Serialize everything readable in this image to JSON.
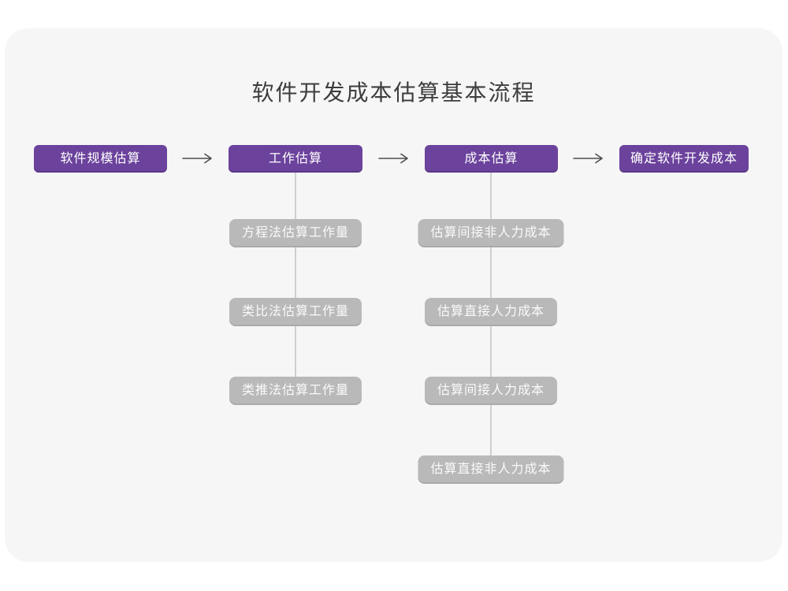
{
  "title": "软件开发成本估算基本流程",
  "flow": {
    "main_steps": [
      "软件规模估算",
      "工作估算",
      "成本估算",
      "确定软件开发成本"
    ],
    "work_estimation_methods": [
      "方程法估算工作量",
      "类比法估算工作量",
      "类推法估算工作量"
    ],
    "cost_estimation_steps": [
      "估算间接非人力成本",
      "估算直接人力成本",
      "估算间接人力成本",
      "估算直接非人力成本"
    ]
  },
  "colors": {
    "primary_purple": "#6b429c",
    "secondary_gray": "#b9b9b9",
    "canvas_background": "#f6f6f7",
    "page_background": "#ffffff",
    "connector_line": "#cfcfcf",
    "arrow": "#4d4d4d",
    "title_text": "#3d3d3d",
    "node_text": "#ffffff"
  }
}
